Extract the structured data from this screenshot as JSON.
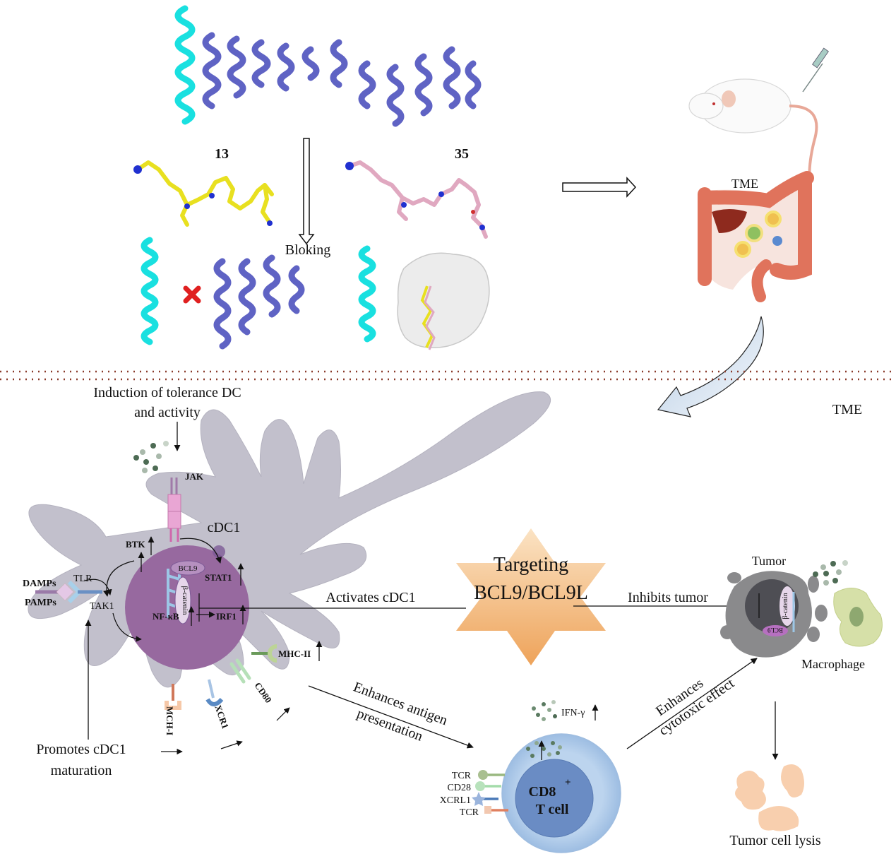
{
  "title": "Targeting BCL9/BCL9L in the tumor microenvironment",
  "colors": {
    "protein_helix": "#5f63c4",
    "peptide_helix": "#19e0e0",
    "compound_13": "#e8e020",
    "compound_35": "#e0a8c0",
    "block_mark": "#e02020",
    "separator": "#8a3a2a",
    "dc_cell": "#c2c0cc",
    "dc_nucleus": "#97699f",
    "t_cell_outer": "#b7d0ec",
    "t_cell_inner": "#6a8cc4",
    "star": "#f2c083",
    "tumor_cell": "#8a8a8c",
    "macrophage": "#d6e0a8",
    "lysis_cells": "#f8cfae",
    "intestine": "#e0735c"
  },
  "top_panel": {
    "compound_labels": [
      "13",
      "35"
    ],
    "blocking_label": "Bloking",
    "tme_label": "TME"
  },
  "bottom_panel": {
    "tme_label": "TME",
    "induction_label_line1": "Induction of tolerance DC",
    "induction_label_line2": "and activity",
    "dc": {
      "cell_label": "cDC1",
      "jak": "JAK",
      "btk": "BTK",
      "tlr": "TLR",
      "damps": "DAMPs",
      "pamps": "PAMPs",
      "tak1": "TAK1",
      "bcl9": "BCL9",
      "beta_catenin": "β-catenin",
      "stat1": "STAT1",
      "nfkb": "NF-κB",
      "irf1": "IRF1",
      "mhc2": "MHC-II",
      "cd80": "CD80",
      "xcr1": "XCR1",
      "mch1": "MCH-I"
    },
    "promotes_label_line1": "Promotes cDC1",
    "promotes_label_line2": "maturation",
    "activates_label": "Activates cDC1",
    "target_line1": "Targeting",
    "target_line2": "BCL9/BCL9L",
    "inhibits_label": "Inhibits tumor",
    "tumor_label": "Tumor",
    "tumor_bcl9": "BCL9",
    "tumor_beta_catenin": "β-catenin",
    "macrophage_label": "Macrophage",
    "antigen_label_line1": "Enhances antigen",
    "antigen_label_line2": "presentation",
    "cytotoxic_label_line1": "Enhances",
    "cytotoxic_label_line2": "cytotoxic effect",
    "tcell": {
      "name_line1": "CD8",
      "name_sup": "+",
      "name_line2": "T cell",
      "ifn": "IFN-γ",
      "receptors": [
        "TCR",
        "CD28",
        "XCRL1",
        "TCR"
      ]
    },
    "lysis_label": "Tumor cell lysis"
  }
}
